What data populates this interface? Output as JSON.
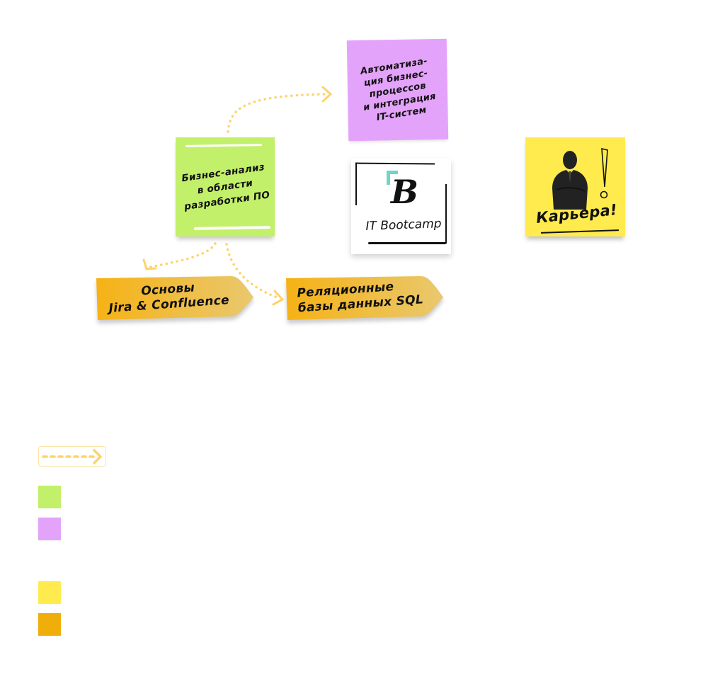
{
  "board": {
    "nodes": {
      "automation": {
        "text": "Автоматиза-\nция бизнес-\nпроцессов\nи интеграция\nIT-систем",
        "color": "#e4a3fb"
      },
      "business_analysis": {
        "text": "Бизнес-анализ\nв области\nразработки ПО",
        "color": "#c2f06a"
      },
      "bootcamp_logo": {
        "letter": "B",
        "brand": "IT Bootcamp",
        "accent": "#6fd6c6"
      },
      "career": {
        "text": "Карьера!",
        "icon": "businessman-silhouette-icon",
        "color": "#ffeb4d"
      },
      "jira_confluence": {
        "text": "Основы\nJira & Confluence",
        "color_start": "#f6b215",
        "color_end": "#e9c86e"
      },
      "sql": {
        "text": "Реляционные\nбазы данных SQL",
        "color_start": "#f6b215",
        "color_end": "#e9c86e"
      }
    },
    "connectors": [
      {
        "from": "business_analysis",
        "to": "automation",
        "style": "dotted",
        "color": "#fdd46a"
      },
      {
        "from": "business_analysis",
        "to": "jira_confluence",
        "style": "dotted",
        "color": "#fdd46a"
      },
      {
        "from": "business_analysis",
        "to": "sql",
        "style": "dotted",
        "color": "#fdd46a"
      }
    ]
  },
  "legend": {
    "items": [
      {
        "type": "arrow",
        "icon": "dashed-arrow-icon",
        "color": "#fdd46a"
      },
      {
        "type": "swatch",
        "color": "#c2f06a"
      },
      {
        "type": "swatch",
        "color": "#e4a3fb"
      },
      {
        "type": "swatch",
        "color": "#ffeb4d"
      },
      {
        "type": "swatch",
        "color": "#f0ae0a"
      }
    ]
  }
}
